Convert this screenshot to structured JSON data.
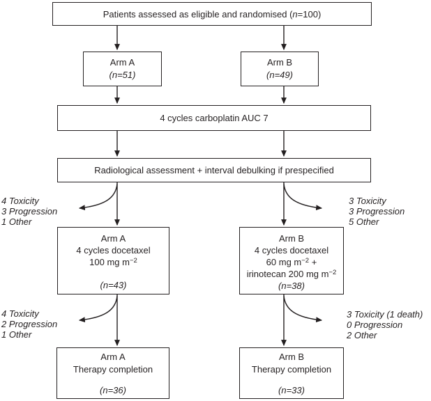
{
  "boxes": {
    "eligible": {
      "pre": "Patients assessed as eligible and randomised (",
      "n_italic": "n",
      "post": "=100)"
    },
    "arm_a": {
      "title": "Arm A",
      "n": "(n=51)"
    },
    "arm_b": {
      "title": "Arm B",
      "n": "(n=49)"
    },
    "carboplatin": {
      "text": "4 cycles carboplatin AUC 7"
    },
    "radiological": {
      "text": "Radiological assessment + interval debulking if prespecified"
    },
    "arm_a_docetaxel": {
      "title": "Arm A",
      "line2": "4 cycles docetaxel",
      "dose_base": "100 mg m",
      "dose_sup": "−2",
      "n": "(n=43)"
    },
    "arm_b_docetaxel": {
      "title": "Arm B",
      "line2": "4 cycles docetaxel",
      "dose1_base": "60 mg m",
      "dose1_sup": "−2",
      "dose1_post": " +",
      "dose2_base": "irinotecan 200 mg m",
      "dose2_sup": "−2",
      "n": "(n=38)"
    },
    "arm_a_completion": {
      "title": "Arm A",
      "line2": "Therapy completion",
      "n": "(n=36)"
    },
    "arm_b_completion": {
      "title": "Arm B",
      "line2": "Therapy completion",
      "n": "(n=33)"
    }
  },
  "exits": {
    "post_radiology_left": [
      "4 Toxicity",
      "3 Progression",
      "1 Other"
    ],
    "post_radiology_right": [
      "3 Toxicity",
      "3 Progression",
      "5 Other"
    ],
    "post_docetaxel_left": [
      "4 Toxicity",
      "2 Progression",
      "1 Other"
    ],
    "post_docetaxel_right": [
      "3 Toxicity (1 death)",
      "0 Progression",
      "2 Other"
    ]
  },
  "colors": {
    "line": "#231f20",
    "box_border": "#231f20",
    "text": "#231f20",
    "background": "#ffffff"
  }
}
